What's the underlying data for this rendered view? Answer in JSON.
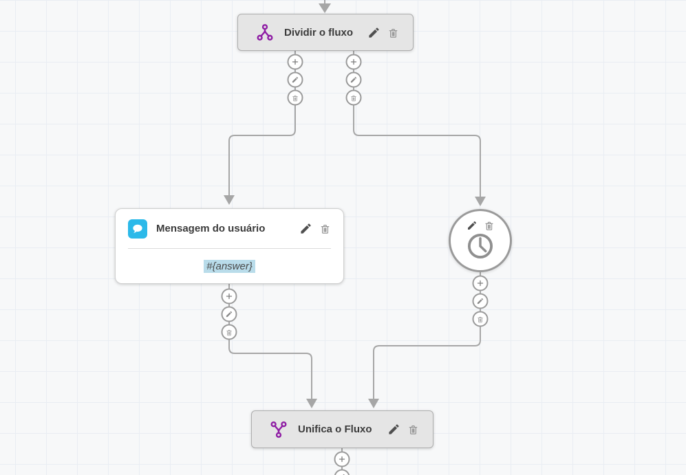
{
  "canvas": {
    "background_color": "#f7f8f9",
    "grid_line_color": "#e9edf3"
  },
  "palette": {
    "purple": "#8e1ca4",
    "blue": "#2cb9e9",
    "connector_gray": "#a6a6a6",
    "highlight_blue": "#b9dcea",
    "node_fill": "#e5e5e5",
    "node_border": "#aeaeae"
  },
  "nodes": {
    "split": {
      "title": "Dividir o fluxo",
      "icon": "split-flow-icon"
    },
    "user_message": {
      "title": "Mensagem do usuário",
      "body_text": "#{answer}",
      "icon": "chat-bubble-icon"
    },
    "timer": {
      "icon": "clock-icon"
    },
    "merge": {
      "title": "Unifica o Fluxo",
      "icon": "merge-flow-icon"
    }
  }
}
